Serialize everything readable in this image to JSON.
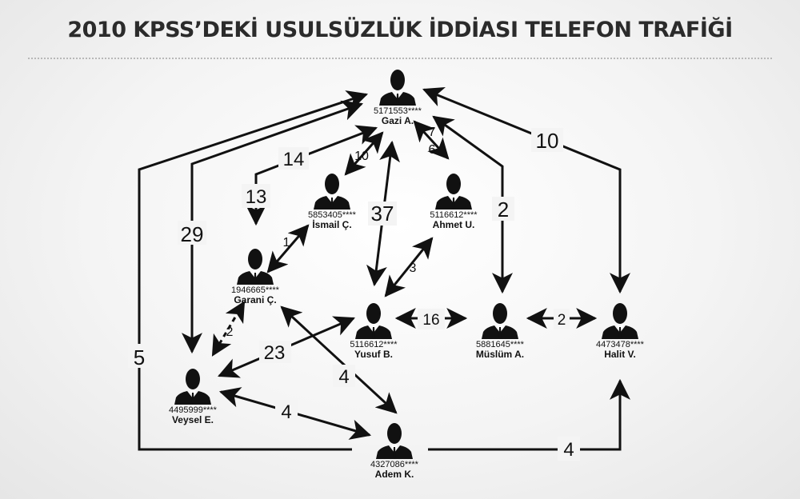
{
  "title": "2010 KPSS’DEKİ USULSÜZLÜK İDDİASI TELEFON TRAFİĞİ",
  "colors": {
    "ink": "#111111",
    "avatar": "#111111",
    "background": "#f3f3f3"
  },
  "nodes": {
    "gazi": {
      "phone": "5171553****",
      "name": "Gazi A."
    },
    "ismail": {
      "phone": "5853405****",
      "name": "İsmail Ç."
    },
    "ahmet": {
      "phone": "5116612****",
      "name": "Ahmet U."
    },
    "garani": {
      "phone": "1946665****",
      "name": "Garani Ç."
    },
    "yusuf": {
      "phone": "5116612****",
      "name": "Yusuf B."
    },
    "muslum": {
      "phone": "5881645****",
      "name": "Müslüm A."
    },
    "halit": {
      "phone": "4473478****",
      "name": "Halit V."
    },
    "veysel": {
      "phone": "4495999****",
      "name": "Veysel E."
    },
    "adem": {
      "phone": "4327086****",
      "name": "Adem K."
    }
  },
  "edges": [
    {
      "from": "veysel",
      "to": "gazi",
      "count": "29"
    },
    {
      "from": "adem",
      "to": "gazi",
      "count": "5"
    },
    {
      "from": "garani",
      "to": "gazi",
      "count": "14"
    },
    {
      "from": "gazi",
      "to": "garani",
      "count": "13"
    },
    {
      "from": "ismail",
      "to": "gazi",
      "count": "10"
    },
    {
      "from": "gazi",
      "to": "ahmet",
      "count": "6"
    },
    {
      "from": "ahmet",
      "to": "gazi",
      "count": "7"
    },
    {
      "from": "yusuf",
      "to": "gazi",
      "count": "37"
    },
    {
      "from": "muslum",
      "to": "gazi",
      "count": "2"
    },
    {
      "from": "halit",
      "to": "gazi",
      "count": "10"
    },
    {
      "from": "garani",
      "to": "ismail",
      "count": "1"
    },
    {
      "from": "yusuf",
      "to": "ahmet",
      "count": "3"
    },
    {
      "from": "garani",
      "to": "veysel",
      "count": "2"
    },
    {
      "from": "yusuf",
      "to": "veysel",
      "count": "23"
    },
    {
      "from": "garani",
      "to": "adem",
      "count": "4"
    },
    {
      "from": "veysel",
      "to": "adem",
      "count": "4"
    },
    {
      "from": "yusuf",
      "to": "muslum",
      "count": "16"
    },
    {
      "from": "muslum",
      "to": "halit",
      "count": "2"
    },
    {
      "from": "adem",
      "to": "halit",
      "count": "4"
    }
  ]
}
